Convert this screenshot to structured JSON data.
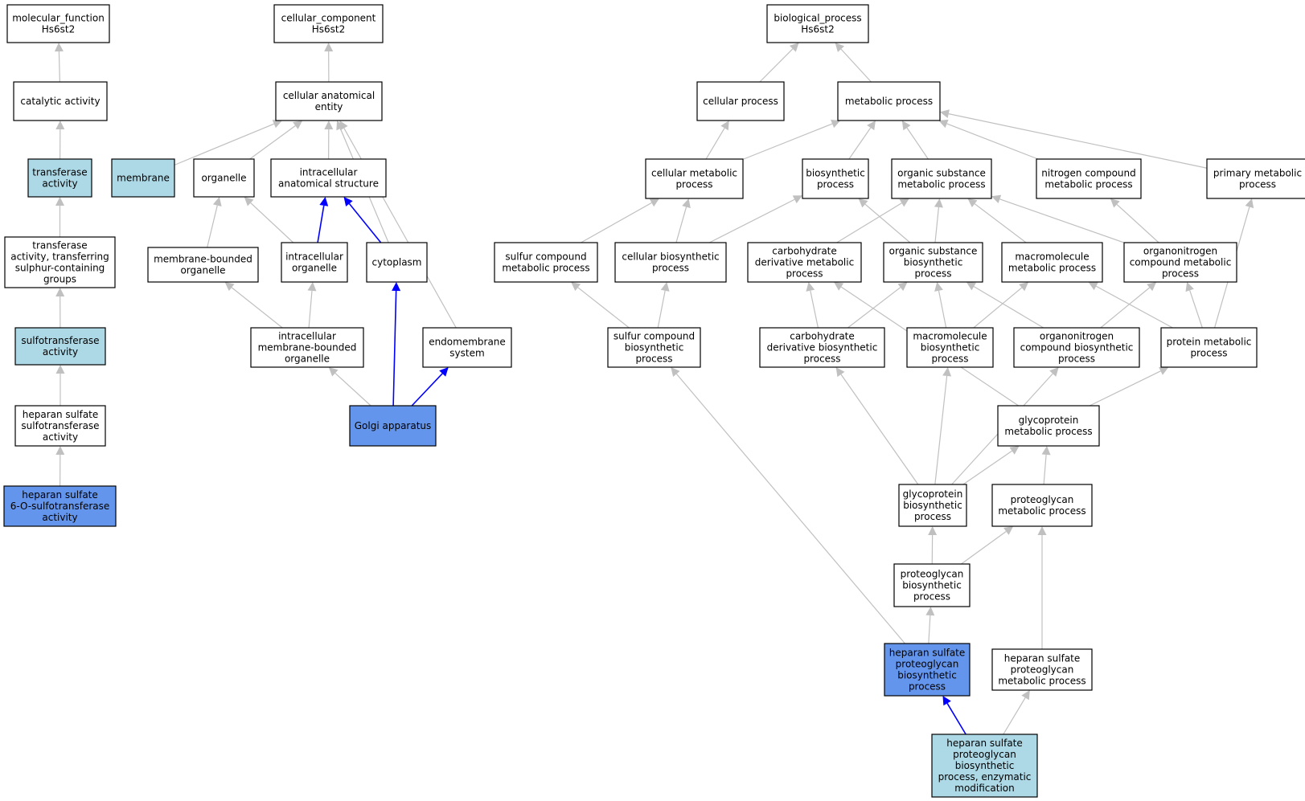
{
  "colors": {
    "plain": "#ffffff",
    "light": "#add8e6",
    "strong": "#6495ed",
    "edge_gray": "#c0c0c0",
    "edge_blue": "#0000ff"
  },
  "nodes": {
    "mf_root": {
      "lines": [
        "molecular_function",
        "Hs6st2"
      ],
      "fill": "plain"
    },
    "catalytic": {
      "lines": [
        "catalytic activity"
      ],
      "fill": "plain"
    },
    "transferase": {
      "lines": [
        "transferase",
        "activity"
      ],
      "fill": "light"
    },
    "transferase_s": {
      "lines": [
        "transferase",
        "activity, transferring",
        "sulphur-containing",
        "groups"
      ],
      "fill": "plain"
    },
    "sulfotransferase": {
      "lines": [
        "sulfotransferase",
        "activity"
      ],
      "fill": "light"
    },
    "hs_sulfo": {
      "lines": [
        "heparan sulfate",
        "sulfotransferase",
        "activity"
      ],
      "fill": "plain"
    },
    "hs6o": {
      "lines": [
        "heparan sulfate",
        "6-O-sulfotransferase",
        "activity"
      ],
      "fill": "strong"
    },
    "cc_root": {
      "lines": [
        "cellular_component",
        "Hs6st2"
      ],
      "fill": "plain"
    },
    "cae": {
      "lines": [
        "cellular anatomical",
        "entity"
      ],
      "fill": "plain"
    },
    "membrane": {
      "lines": [
        "membrane"
      ],
      "fill": "light"
    },
    "organelle": {
      "lines": [
        "organelle"
      ],
      "fill": "plain"
    },
    "ias": {
      "lines": [
        "intracellular",
        "anatomical structure"
      ],
      "fill": "plain"
    },
    "mbo": {
      "lines": [
        "membrane-bounded",
        "organelle"
      ],
      "fill": "plain"
    },
    "io": {
      "lines": [
        "intracellular",
        "organelle"
      ],
      "fill": "plain"
    },
    "cytoplasm": {
      "lines": [
        "cytoplasm"
      ],
      "fill": "plain"
    },
    "imbo": {
      "lines": [
        "intracellular",
        "membrane-bounded",
        "organelle"
      ],
      "fill": "plain"
    },
    "endomembrane": {
      "lines": [
        "endomembrane",
        "system"
      ],
      "fill": "plain"
    },
    "golgi": {
      "lines": [
        "Golgi apparatus"
      ],
      "fill": "strong"
    },
    "bp_root": {
      "lines": [
        "biological_process",
        "Hs6st2"
      ],
      "fill": "plain"
    },
    "cellular_process": {
      "lines": [
        "cellular process"
      ],
      "fill": "plain"
    },
    "metabolic": {
      "lines": [
        "metabolic process"
      ],
      "fill": "plain"
    },
    "cell_metabolic": {
      "lines": [
        "cellular metabolic",
        "process"
      ],
      "fill": "plain"
    },
    "biosynthetic": {
      "lines": [
        "biosynthetic",
        "process"
      ],
      "fill": "plain"
    },
    "org_sub_met": {
      "lines": [
        "organic substance",
        "metabolic process"
      ],
      "fill": "plain"
    },
    "nitrogen": {
      "lines": [
        "nitrogen compound",
        "metabolic process"
      ],
      "fill": "plain"
    },
    "primary": {
      "lines": [
        "primary metabolic",
        "process"
      ],
      "fill": "plain"
    },
    "sulfur_met": {
      "lines": [
        "sulfur compound",
        "metabolic process"
      ],
      "fill": "plain"
    },
    "cell_bio": {
      "lines": [
        "cellular biosynthetic",
        "process"
      ],
      "fill": "plain"
    },
    "carb_met": {
      "lines": [
        "carbohydrate",
        "derivative metabolic",
        "process"
      ],
      "fill": "plain"
    },
    "org_sub_bio": {
      "lines": [
        "organic substance",
        "biosynthetic",
        "process"
      ],
      "fill": "plain"
    },
    "macro_met": {
      "lines": [
        "macromolecule",
        "metabolic process"
      ],
      "fill": "plain"
    },
    "orgN_met": {
      "lines": [
        "organonitrogen",
        "compound metabolic",
        "process"
      ],
      "fill": "plain"
    },
    "sulfur_bio": {
      "lines": [
        "sulfur compound",
        "biosynthetic",
        "process"
      ],
      "fill": "plain"
    },
    "carb_bio": {
      "lines": [
        "carbohydrate",
        "derivative biosynthetic",
        "process"
      ],
      "fill": "plain"
    },
    "macro_bio": {
      "lines": [
        "macromolecule",
        "biosynthetic",
        "process"
      ],
      "fill": "plain"
    },
    "orgN_bio": {
      "lines": [
        "organonitrogen",
        "compound biosynthetic",
        "process"
      ],
      "fill": "plain"
    },
    "protein_met": {
      "lines": [
        "protein metabolic",
        "process"
      ],
      "fill": "plain"
    },
    "glycoprot_met": {
      "lines": [
        "glycoprotein",
        "metabolic process"
      ],
      "fill": "plain"
    },
    "glycoprot_bio": {
      "lines": [
        "glycoprotein",
        "biosynthetic",
        "process"
      ],
      "fill": "plain"
    },
    "proteoglycan_met": {
      "lines": [
        "proteoglycan",
        "metabolic process"
      ],
      "fill": "plain"
    },
    "proteoglycan_bio": {
      "lines": [
        "proteoglycan",
        "biosynthetic",
        "process"
      ],
      "fill": "plain"
    },
    "hspg_bio": {
      "lines": [
        "heparan sulfate",
        "proteoglycan",
        "biosynthetic",
        "process"
      ],
      "fill": "strong"
    },
    "hspg_met": {
      "lines": [
        "heparan sulfate",
        "proteoglycan",
        "metabolic process"
      ],
      "fill": "plain"
    },
    "hspg_enz": {
      "lines": [
        "heparan sulfate",
        "proteoglycan",
        "biosynthetic",
        "process, enzymatic",
        "modification"
      ],
      "fill": "light"
    }
  },
  "edges": [
    {
      "from": "catalytic",
      "to": "mf_root",
      "color": "gray"
    },
    {
      "from": "transferase",
      "to": "catalytic",
      "color": "gray"
    },
    {
      "from": "transferase_s",
      "to": "transferase",
      "color": "gray"
    },
    {
      "from": "sulfotransferase",
      "to": "transferase_s",
      "color": "gray"
    },
    {
      "from": "hs_sulfo",
      "to": "sulfotransferase",
      "color": "gray"
    },
    {
      "from": "hs6o",
      "to": "hs_sulfo",
      "color": "gray"
    },
    {
      "from": "cae",
      "to": "cc_root",
      "color": "gray"
    },
    {
      "from": "membrane",
      "to": "cae",
      "color": "gray"
    },
    {
      "from": "organelle",
      "to": "cae",
      "color": "gray"
    },
    {
      "from": "ias",
      "to": "cae",
      "color": "gray"
    },
    {
      "from": "cytoplasm",
      "to": "cae",
      "color": "gray"
    },
    {
      "from": "endomembrane",
      "to": "cae",
      "color": "gray"
    },
    {
      "from": "mbo",
      "to": "organelle",
      "color": "gray"
    },
    {
      "from": "io",
      "to": "organelle",
      "color": "gray"
    },
    {
      "from": "io",
      "to": "ias",
      "color": "blue"
    },
    {
      "from": "cytoplasm",
      "to": "ias",
      "color": "blue"
    },
    {
      "from": "imbo",
      "to": "mbo",
      "color": "gray"
    },
    {
      "from": "imbo",
      "to": "io",
      "color": "gray"
    },
    {
      "from": "golgi",
      "to": "imbo",
      "color": "gray"
    },
    {
      "from": "golgi",
      "to": "cytoplasm",
      "color": "blue"
    },
    {
      "from": "golgi",
      "to": "endomembrane",
      "color": "blue"
    },
    {
      "from": "cellular_process",
      "to": "bp_root",
      "color": "gray"
    },
    {
      "from": "metabolic",
      "to": "bp_root",
      "color": "gray"
    },
    {
      "from": "cell_metabolic",
      "to": "cellular_process",
      "color": "gray"
    },
    {
      "from": "cell_metabolic",
      "to": "metabolic",
      "color": "gray"
    },
    {
      "from": "biosynthetic",
      "to": "metabolic",
      "color": "gray"
    },
    {
      "from": "org_sub_met",
      "to": "metabolic",
      "color": "gray"
    },
    {
      "from": "nitrogen",
      "to": "metabolic",
      "color": "gray"
    },
    {
      "from": "primary",
      "to": "metabolic",
      "color": "gray"
    },
    {
      "from": "sulfur_met",
      "to": "cell_metabolic",
      "color": "gray"
    },
    {
      "from": "cell_bio",
      "to": "cell_metabolic",
      "color": "gray"
    },
    {
      "from": "cell_bio",
      "to": "biosynthetic",
      "color": "gray"
    },
    {
      "from": "carb_met",
      "to": "org_sub_met",
      "color": "gray"
    },
    {
      "from": "org_sub_bio",
      "to": "org_sub_met",
      "color": "gray"
    },
    {
      "from": "org_sub_bio",
      "to": "biosynthetic",
      "color": "gray"
    },
    {
      "from": "macro_met",
      "to": "org_sub_met",
      "color": "gray"
    },
    {
      "from": "orgN_met",
      "to": "org_sub_met",
      "color": "gray"
    },
    {
      "from": "orgN_met",
      "to": "nitrogen",
      "color": "gray"
    },
    {
      "from": "sulfur_bio",
      "to": "sulfur_met",
      "color": "gray"
    },
    {
      "from": "sulfur_bio",
      "to": "cell_bio",
      "color": "gray"
    },
    {
      "from": "carb_bio",
      "to": "carb_met",
      "color": "gray"
    },
    {
      "from": "carb_bio",
      "to": "org_sub_bio",
      "color": "gray"
    },
    {
      "from": "macro_bio",
      "to": "org_sub_bio",
      "color": "gray"
    },
    {
      "from": "macro_bio",
      "to": "macro_met",
      "color": "gray"
    },
    {
      "from": "orgN_bio",
      "to": "org_sub_bio",
      "color": "gray"
    },
    {
      "from": "orgN_bio",
      "to": "orgN_met",
      "color": "gray"
    },
    {
      "from": "protein_met",
      "to": "macro_met",
      "color": "gray"
    },
    {
      "from": "protein_met",
      "to": "orgN_met",
      "color": "gray"
    },
    {
      "from": "protein_met",
      "to": "primary",
      "color": "gray"
    },
    {
      "from": "glycoprot_met",
      "to": "carb_met",
      "color": "gray"
    },
    {
      "from": "glycoprot_met",
      "to": "protein_met",
      "color": "gray"
    },
    {
      "from": "glycoprot_bio",
      "to": "carb_bio",
      "color": "gray"
    },
    {
      "from": "glycoprot_bio",
      "to": "macro_bio",
      "color": "gray"
    },
    {
      "from": "glycoprot_bio",
      "to": "orgN_bio",
      "color": "gray"
    },
    {
      "from": "glycoprot_bio",
      "to": "glycoprot_met",
      "color": "gray"
    },
    {
      "from": "proteoglycan_met",
      "to": "glycoprot_met",
      "color": "gray"
    },
    {
      "from": "proteoglycan_bio",
      "to": "glycoprot_bio",
      "color": "gray"
    },
    {
      "from": "proteoglycan_bio",
      "to": "proteoglycan_met",
      "color": "gray"
    },
    {
      "from": "hspg_bio",
      "to": "proteoglycan_bio",
      "color": "gray"
    },
    {
      "from": "hspg_bio",
      "to": "sulfur_bio",
      "color": "gray"
    },
    {
      "from": "hspg_met",
      "to": "proteoglycan_met",
      "color": "gray"
    },
    {
      "from": "hspg_enz",
      "to": "hspg_bio",
      "color": "blue"
    },
    {
      "from": "hspg_enz",
      "to": "hspg_met",
      "color": "gray"
    }
  ]
}
